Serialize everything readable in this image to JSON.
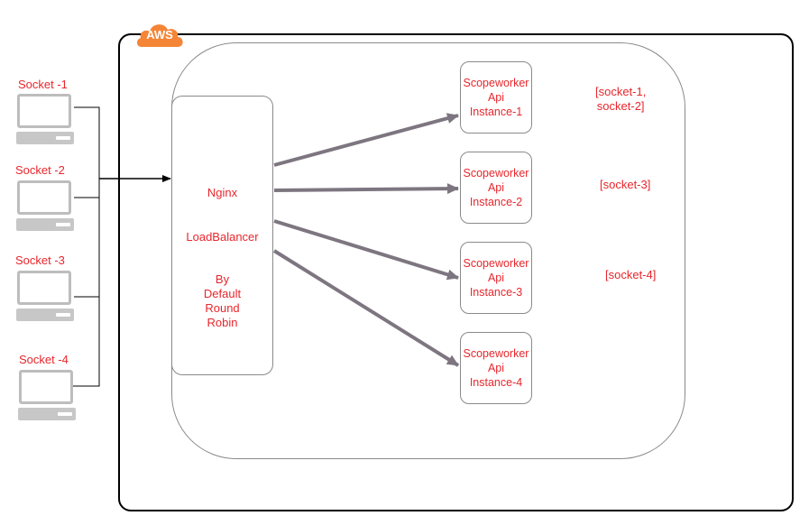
{
  "cloud_badge": {
    "label": "AWS",
    "color": "#f58536"
  },
  "clients": [
    {
      "label": "Socket -1"
    },
    {
      "label": "Socket -2"
    },
    {
      "label": "Socket -3"
    },
    {
      "label": "Socket -4"
    }
  ],
  "load_balancer": {
    "line1": "Nginx",
    "line2": "LoadBalancer",
    "line3": "By",
    "line4": "Default",
    "line5": "Round",
    "line6": "Robin"
  },
  "instances": [
    {
      "line1": "Scopeworker",
      "line2": "Api",
      "line3": "Instance-1"
    },
    {
      "line1": "Scopeworker",
      "line2": "Api",
      "line3": "Instance-2"
    },
    {
      "line1": "Scopeworker",
      "line2": "Api",
      "line3": "Instance-3"
    },
    {
      "line1": "Scopeworker",
      "line2": "Api",
      "line3": "Instance-4"
    }
  ],
  "assignments": [
    {
      "line1": "[socket-1,",
      "line2": "socket-2]"
    },
    {
      "line1": "[socket-3]"
    },
    {
      "line1": "[socket-4]"
    }
  ],
  "colors": {
    "label_text": "#e8262c",
    "arrow": "#7d7680",
    "border": "#8a8a8a"
  }
}
